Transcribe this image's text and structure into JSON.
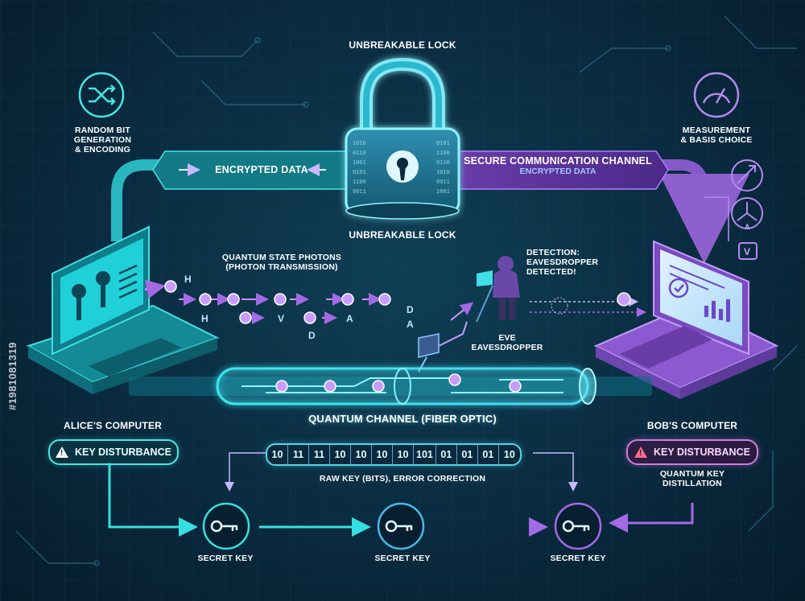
{
  "colors": {
    "bg": "#0a2b40",
    "teal": "#2ee6e6",
    "purple": "#a46ae6",
    "pink": "#d27ae0",
    "photon": "#c89cff"
  },
  "labels": {
    "lock_title_top": "UNBREAKABLE LOCK",
    "lock_title_bottom": "UNBREAKABLE LOCK",
    "encrypted_data_left": "ENCRYPTED DATA",
    "secure_channel": "SECURE COMMUNICATION CHANNEL",
    "secure_channel_sub": "ENCRYPTED DATA",
    "random_bit": "RANDOM BIT\nGENERATION\n& ENCODING",
    "measurement": "MEASUREMENT\n& BASIS CHOICE",
    "quantum_photons": "QUANTUM STATE PHOTONS\n(PHOTON TRANSMISSION)",
    "detection": "DETECTION:\nEAVESDROPPER\nDETECTED!",
    "eve": "EVE\nEAVESDROPPER",
    "quantum_channel": "QUANTUM CHANNEL (FIBER OPTIC)",
    "alice": "ALICE'S COMPUTER",
    "bob": "BOB'S COMPUTER",
    "key_disturbance_left": "KEY DISTURBANCE",
    "key_disturbance_right": "KEY DISTURBANCE",
    "raw_key": "RAW KEY (BITS), ERROR CORRECTION",
    "distillation": "QUANTUM KEY\nDISTILLATION",
    "secret_key_1": "SECRET KEY",
    "secret_key_2": "SECRET KEY",
    "secret_key_3": "SECRET KEY",
    "watermark": "#1981081319"
  },
  "bits": [
    "10",
    "11",
    "11",
    "10",
    "10",
    "10",
    "10",
    "101",
    "01",
    "01",
    "01",
    "10"
  ],
  "photon_letters": [
    "H",
    "H",
    "V",
    "D",
    "A",
    "D",
    "A"
  ],
  "basis_icon_letter": "A",
  "v_icon_letter": "V",
  "icons": [
    "shuffle-icon",
    "gauge-icon",
    "padlock-icon",
    "key-icon",
    "warning-icon",
    "laptop-icon",
    "hacker-icon",
    "chart-icon"
  ]
}
